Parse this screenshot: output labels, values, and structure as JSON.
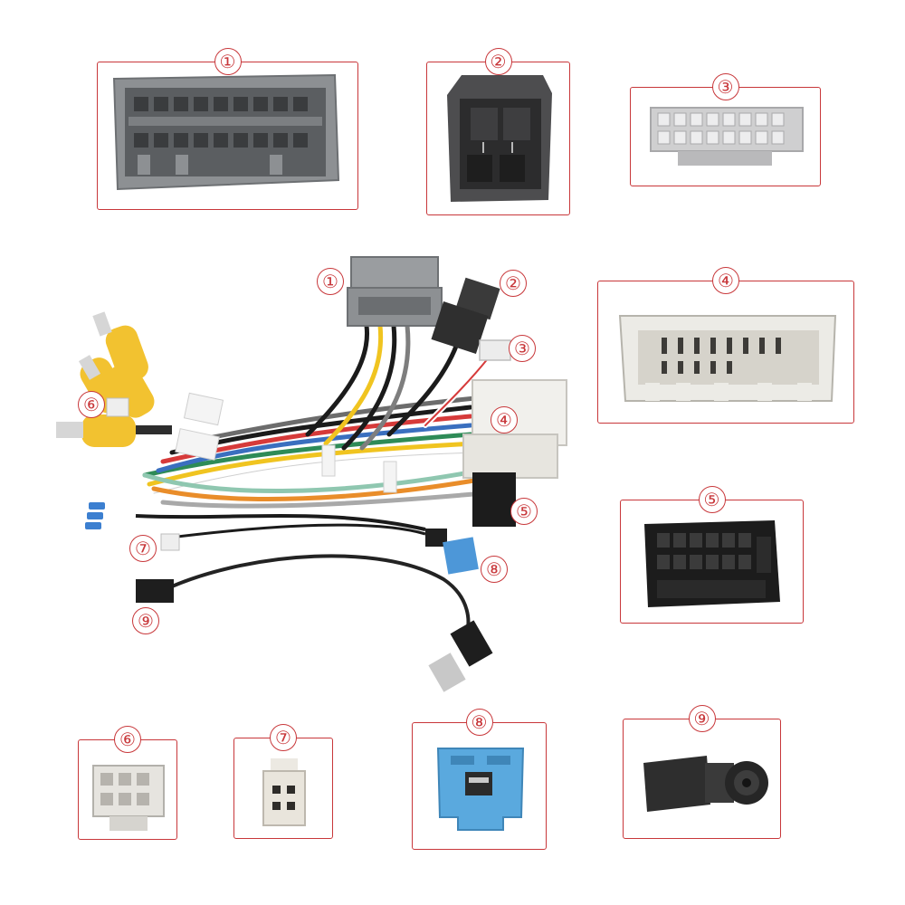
{
  "colors": {
    "accent": "#c8373a",
    "grey_connector": "#8d9093",
    "dark_connector": "#3a3a3a",
    "white_connector": "#ecebe6",
    "black_connector": "#1c1c1c",
    "blue_connector": "#5aa9de",
    "rca_yellow": "#f2c230"
  },
  "panels": [
    {
      "label": "①",
      "part": "grey-connector"
    },
    {
      "label": "②",
      "part": "dark-grey-connector"
    },
    {
      "label": "③",
      "part": "light-grey-connector"
    },
    {
      "label": "④",
      "part": "white-connector"
    },
    {
      "label": "⑤",
      "part": "black-connector"
    },
    {
      "label": "⑥",
      "part": "small-white-connector"
    },
    {
      "label": "⑦",
      "part": "mini-white-connector"
    },
    {
      "label": "⑧",
      "part": "blue-connector"
    },
    {
      "label": "⑨",
      "part": "antenna-adapter"
    }
  ],
  "callouts": [
    "①",
    "②",
    "③",
    "④",
    "⑤",
    "⑥",
    "⑦",
    "⑧",
    "⑨"
  ]
}
